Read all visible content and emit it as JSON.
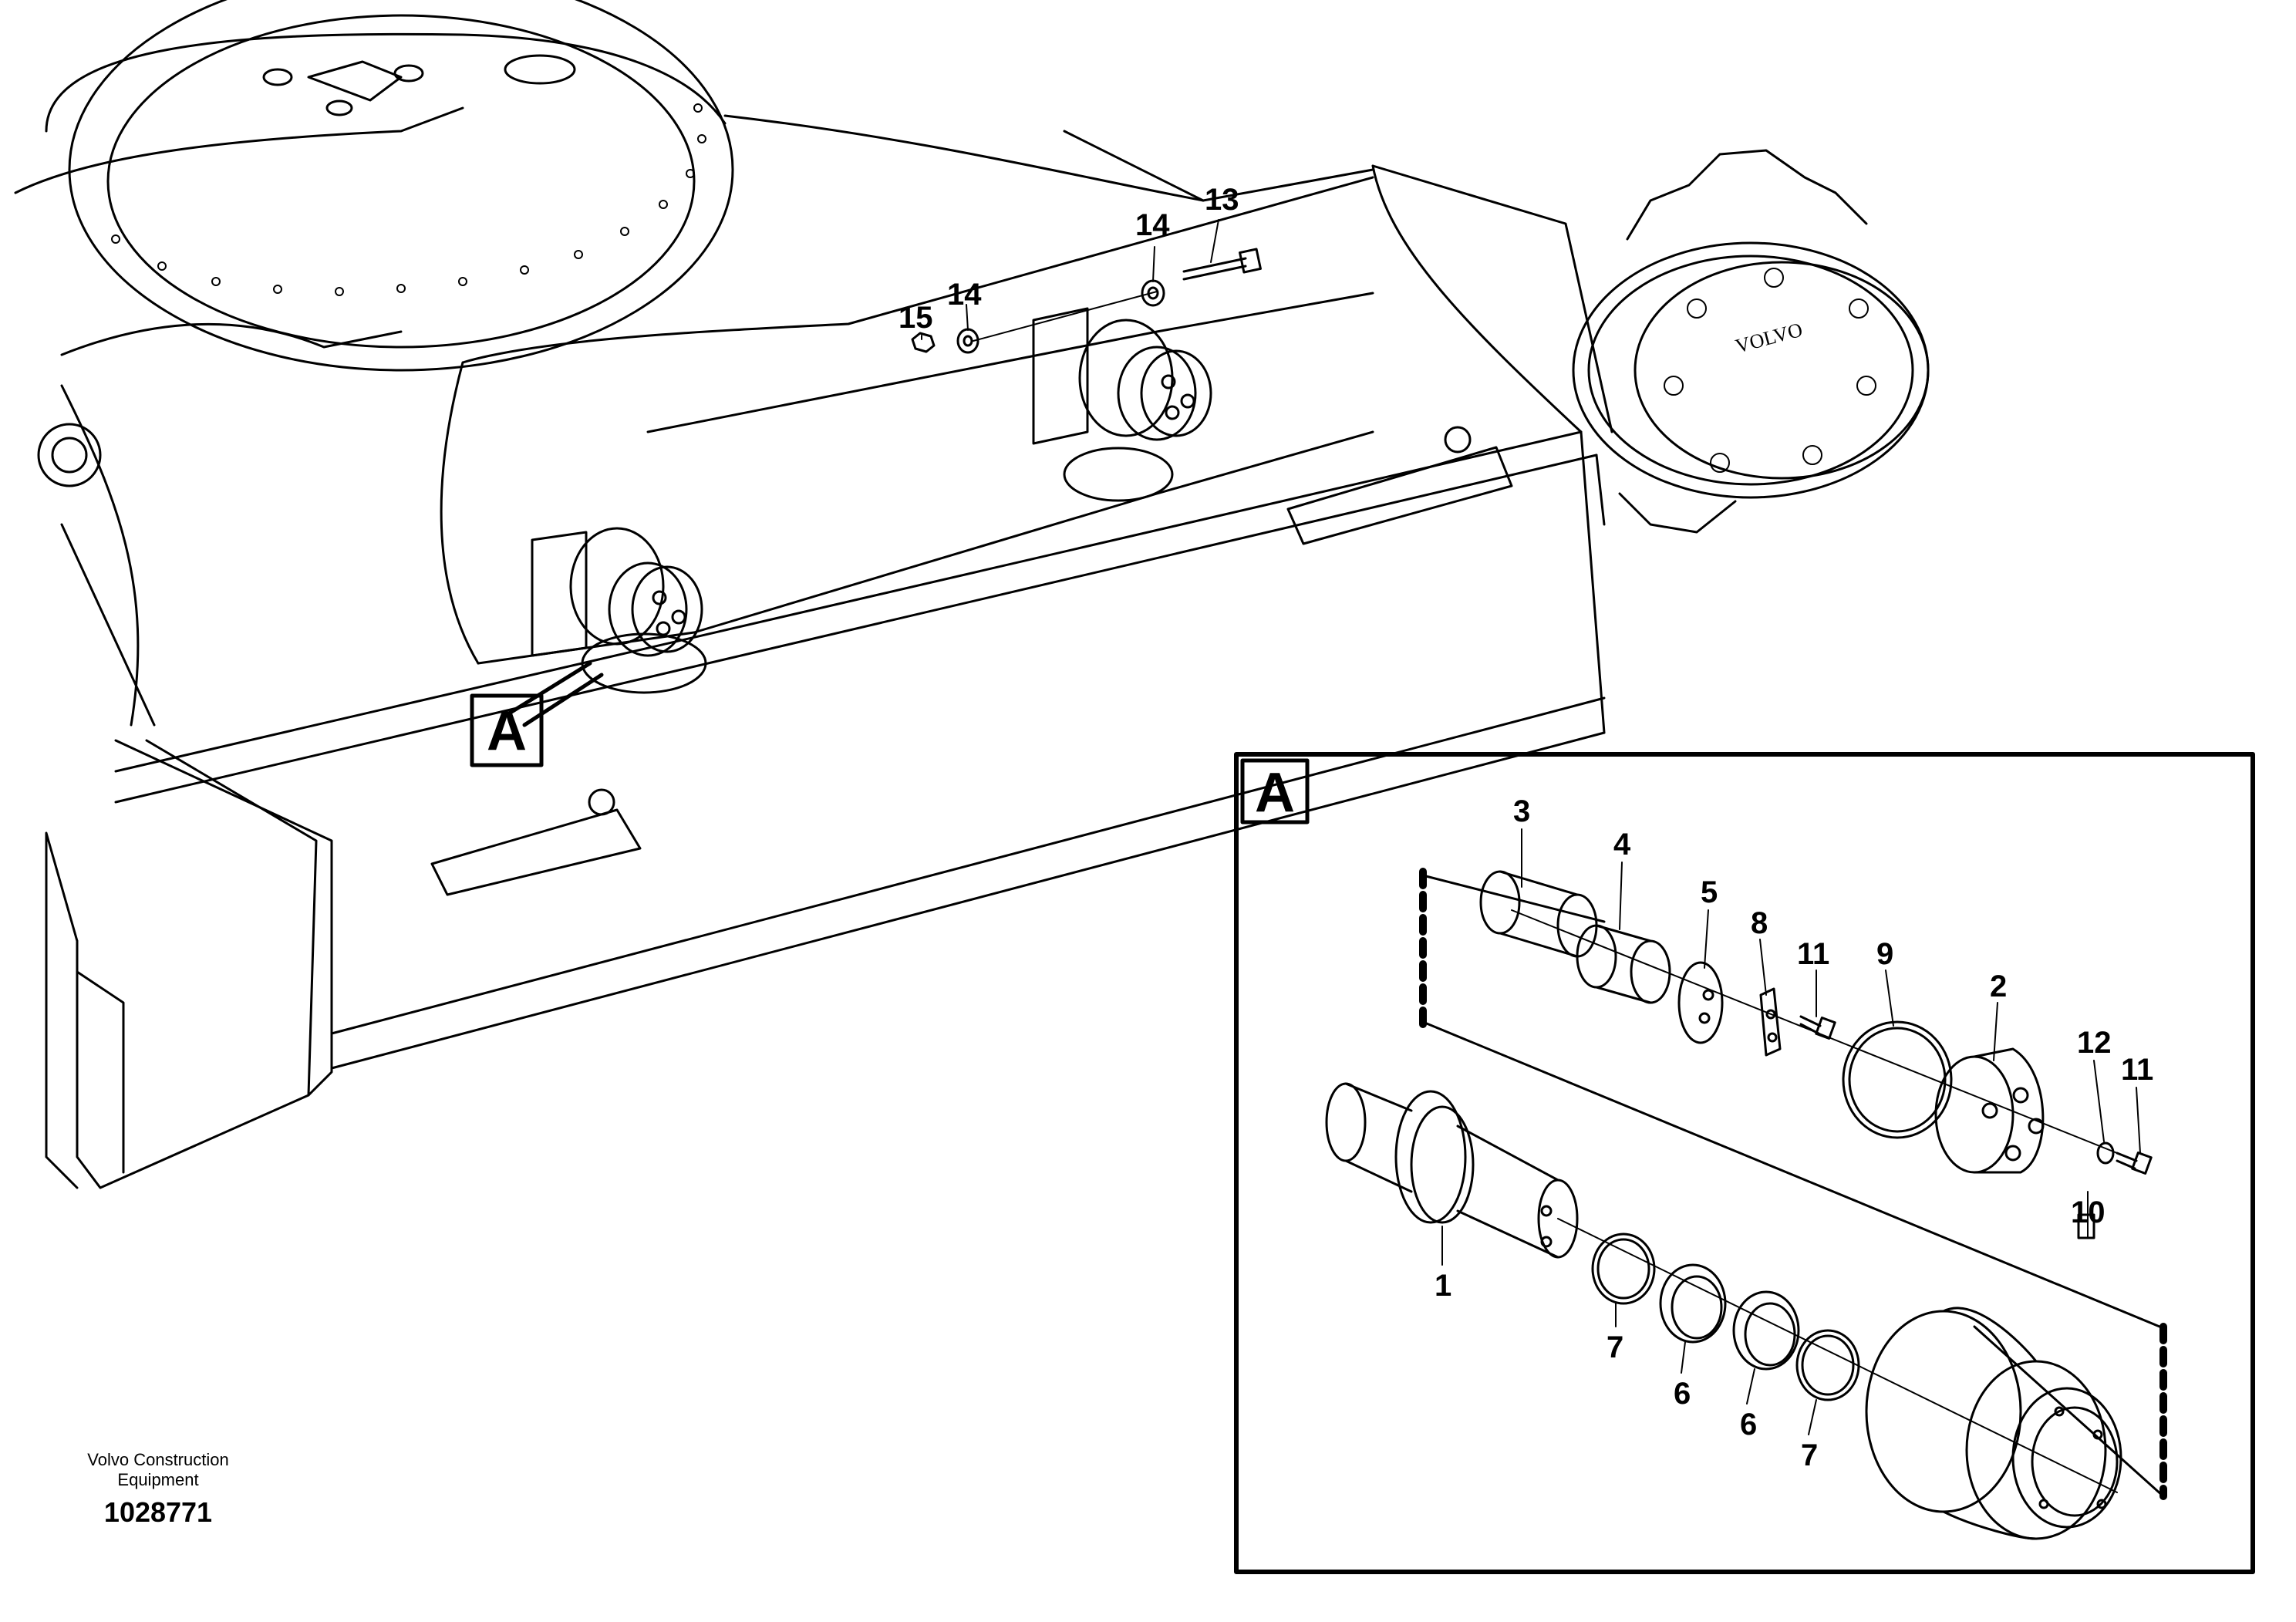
{
  "footer": {
    "brand": "Volvo Construction Equipment",
    "drawing_number": "1028771"
  },
  "overview": {
    "detail_ref": "A",
    "callouts": [
      "13",
      "14",
      "14",
      "15"
    ]
  },
  "detail": {
    "ref": "A",
    "callouts": [
      "3",
      "4",
      "5",
      "8",
      "11",
      "9",
      "2",
      "12",
      "11",
      "10",
      "1",
      "7",
      "6",
      "6",
      "7"
    ]
  },
  "logo_text": "VOLVO"
}
